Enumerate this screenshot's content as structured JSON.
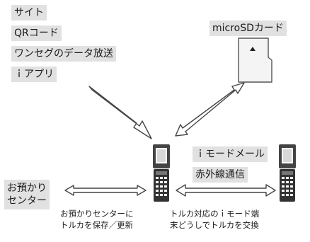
{
  "sources": {
    "site": "サイト",
    "qr": "QRコード",
    "oneseg": "ワンセグのデータ放送",
    "iappli": "ｉアプリ"
  },
  "microsd": "microSDカード",
  "imode_mail": "ｉモードメール",
  "infrared": "赤外線通信",
  "center": {
    "line1": "お預かり",
    "line2": "センター"
  },
  "captions": {
    "left_line1": "お預かりセンターに",
    "left_line2": "トルカを保存／更新",
    "right_line1": "トルカ対応のｉモード端",
    "right_line2": "末どうしでトルカを交換"
  }
}
